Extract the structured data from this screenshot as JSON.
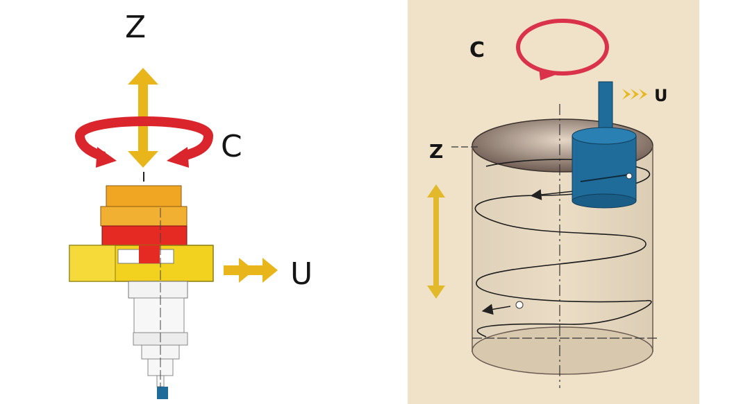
{
  "left_panel": {
    "labels": {
      "z": "Z",
      "c": "C",
      "u": "U"
    },
    "colors": {
      "rotation_arrow": "#d9252b",
      "axis_arrow": "#e8b51a",
      "block_orange": "#f0a623",
      "block_red": "#e42a22",
      "block_yellow": "#f2d21f",
      "body_light": "#f3f3f3"
    }
  },
  "right_panel": {
    "labels": {
      "c": "C",
      "u": "U",
      "z": "Z"
    },
    "colors": {
      "background": "#efe2c8",
      "rotation_arrow": "#d9324a",
      "tool": "#1f6b9a",
      "axis_arrow": "#e2b92a",
      "u_arrows": "#e8b81c"
    }
  }
}
